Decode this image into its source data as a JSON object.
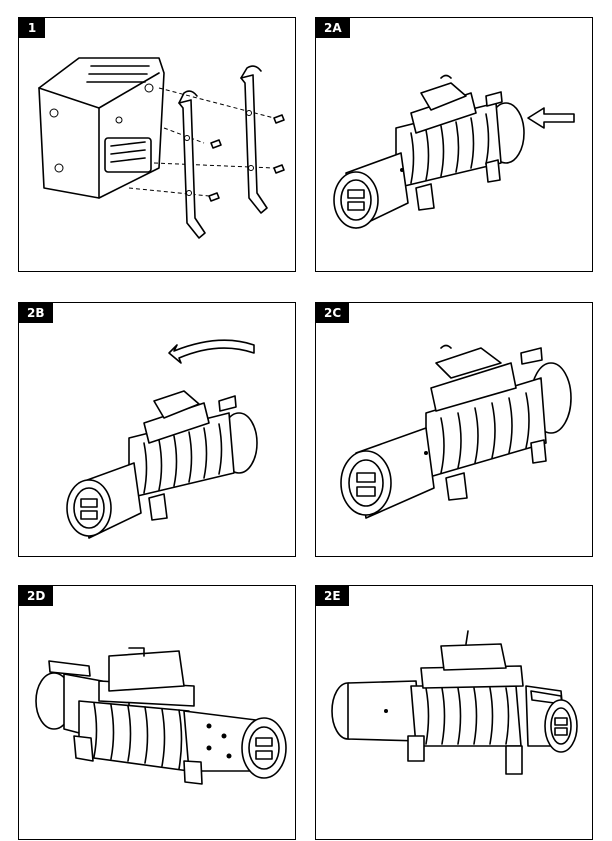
{
  "panels": [
    {
      "label": "1"
    },
    {
      "label": "2A"
    },
    {
      "label": "2B"
    },
    {
      "label": "2C"
    },
    {
      "label": "2D"
    },
    {
      "label": "2E"
    }
  ]
}
